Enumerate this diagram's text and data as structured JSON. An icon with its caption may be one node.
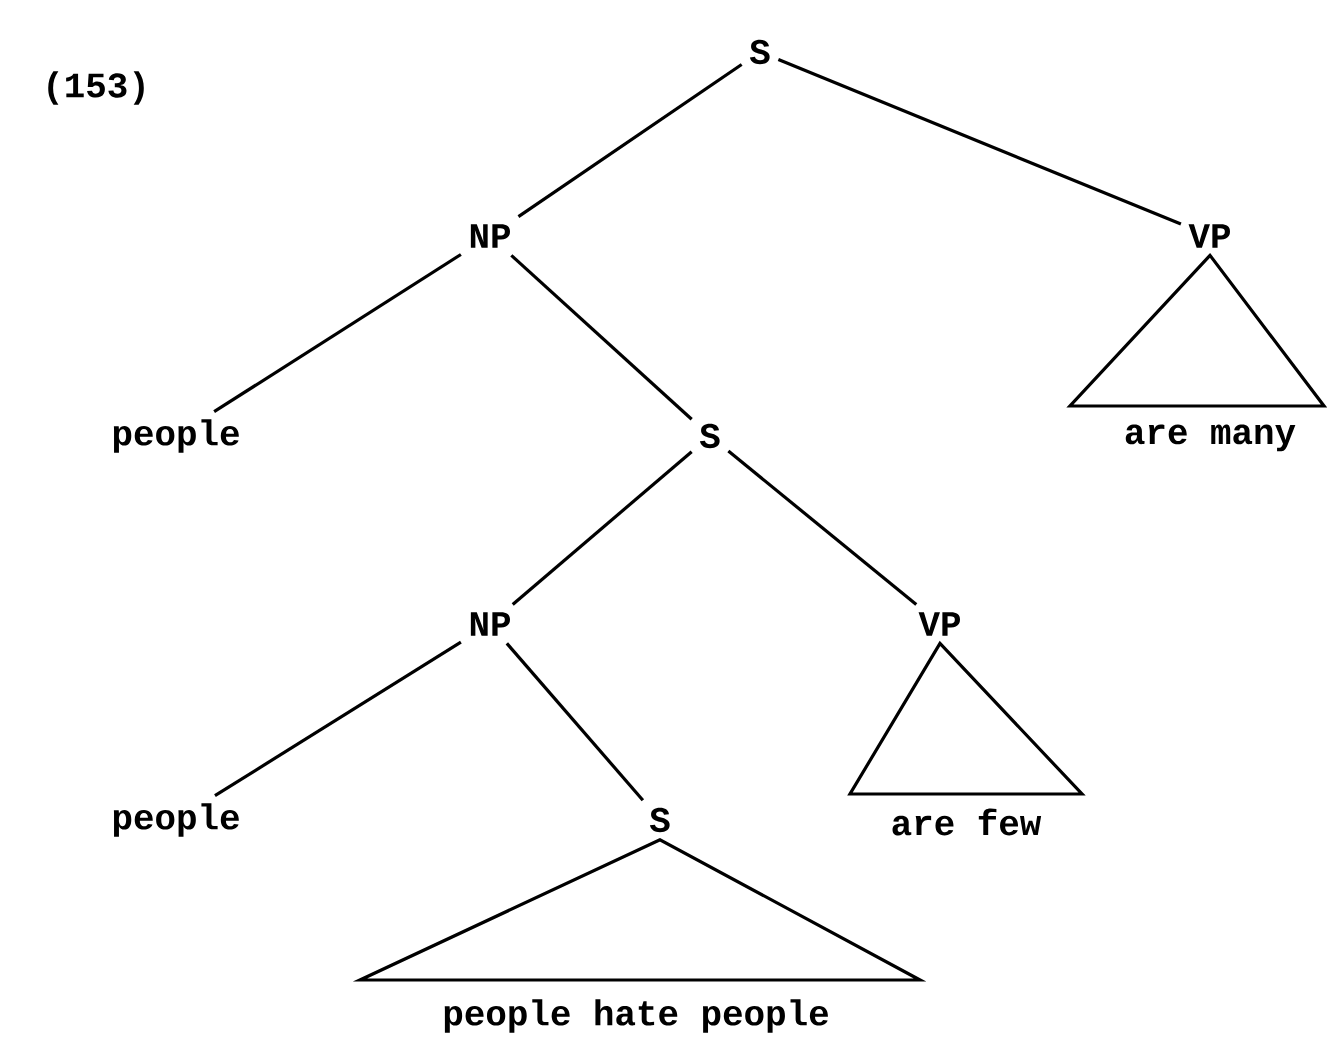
{
  "diagram": {
    "nodes": [
      {
        "text": [
          "S"
        ]
      },
      {
        "text": [
          "NP"
        ]
      },
      {
        "text": [
          "VP"
        ]
      },
      {
        "text": [
          "people"
        ]
      },
      {
        "text": [
          "S"
        ]
      },
      {
        "text": [
          "are many"
        ]
      },
      {
        "text": [
          "NP"
        ]
      },
      {
        "text": [
          "VP"
        ]
      },
      {
        "text": [
          "people"
        ]
      },
      {
        "text": [
          "S"
        ]
      },
      {
        "text": [
          "are few"
        ]
      },
      {
        "text": [
          "people hate people"
        ]
      }
    ],
    "edges": [
      {
        "from": 0,
        "to": 1,
        "arrow": "none"
      },
      {
        "from": 0,
        "to": 2,
        "arrow": "none"
      },
      {
        "from": 1,
        "to": 3,
        "arrow": "none"
      },
      {
        "from": 1,
        "to": 4,
        "arrow": "none"
      },
      {
        "from": 2,
        "to": 5,
        "arrow": "none"
      },
      {
        "from": 4,
        "to": 6,
        "arrow": "none"
      },
      {
        "from": 4,
        "to": 7,
        "arrow": "none"
      },
      {
        "from": 6,
        "to": 8,
        "arrow": "none"
      },
      {
        "from": 6,
        "to": 9,
        "arrow": "none"
      },
      {
        "from": 7,
        "to": 10,
        "arrow": "none"
      },
      {
        "from": 9,
        "to": 11,
        "arrow": "none"
      }
    ],
    "labels": [
      "(153)"
    ]
  }
}
